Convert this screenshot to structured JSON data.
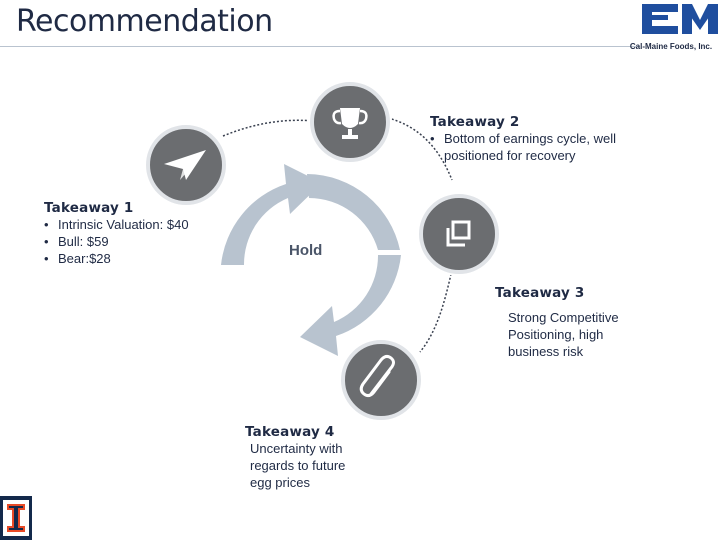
{
  "header": {
    "title": "Recommendation",
    "logo_text": "Cal-Maine Foods, Inc."
  },
  "center": {
    "label": "Hold"
  },
  "takeaways": [
    {
      "title": "Takeaway 1",
      "icon": "paper-plane-icon",
      "bullets": [
        "Intrinsic Valuation: $40",
        "Bull: $59",
        "Bear:$28"
      ]
    },
    {
      "title": "Takeaway 2",
      "icon": "trophy-icon",
      "bullets": [
        "Bottom of earnings cycle, well"
      ],
      "continuation": "positioned for recovery"
    },
    {
      "title": "Takeaway 3",
      "icon": "window-icon",
      "lines": [
        "Strong Competitive",
        "Positioning, high",
        "business risk"
      ]
    },
    {
      "title": "Takeaway 4",
      "icon": "paperclip-icon",
      "lines": [
        "Uncertainty with",
        "regards to future",
        "egg prices"
      ]
    }
  ],
  "colors": {
    "icon_circle": "#6b6d70",
    "arrows": "#b8c3cf",
    "text": "#1f2a44",
    "logo": "#1f4e9e"
  },
  "badge_icon": "illinois-block-i-icon"
}
